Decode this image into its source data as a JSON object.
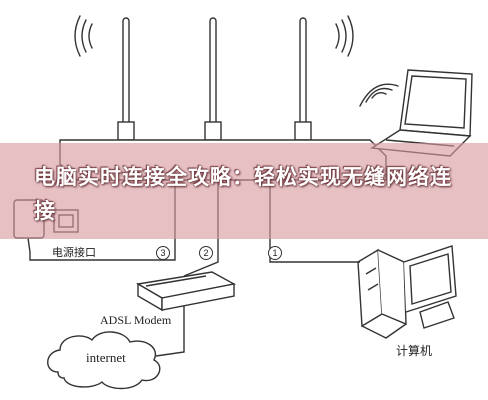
{
  "diagram": {
    "labels": {
      "power_port": "电源接口",
      "modem": "ADSL Modem",
      "internet": "internet",
      "computer": "计算机"
    },
    "port_numbers": [
      "3",
      "2",
      "1"
    ],
    "banner_title": "电脑实时连接全攻略：轻松实现无缝网络连接"
  },
  "colors": {
    "banner_overlay": "#d69a9e",
    "line": "#333333",
    "background": "#ffffff"
  },
  "icons": [
    "wifi-signal-icon",
    "router-icon",
    "laptop-icon",
    "desktop-computer-icon",
    "power-adapter-icon",
    "modem-icon",
    "cloud-icon"
  ]
}
